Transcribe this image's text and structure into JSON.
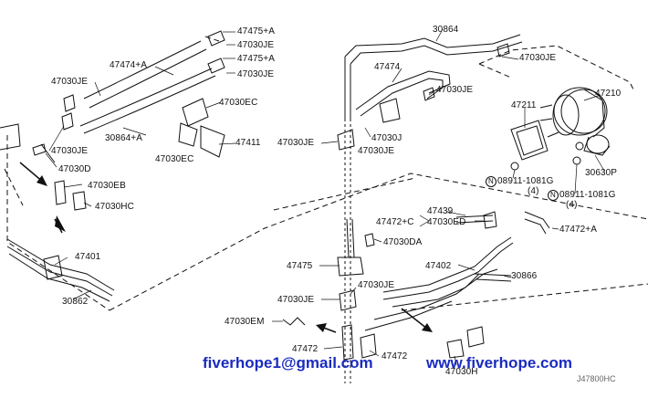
{
  "parts": {
    "p30864_top": "30864",
    "p47475a_1": "47475+A",
    "p47030je_a": "47030JE",
    "p47475a_2": "47475+A",
    "p47030je_b": "47030JE",
    "p47474a": "47474+A",
    "p47474": "47474",
    "p47030je_c": "47030JE",
    "p47030je_d": "47030JE",
    "p47030je_e": "47030JE",
    "p47210": "47210",
    "p47211": "47211",
    "p47030ec_a": "47030EC",
    "p30864a": "30864+A",
    "p47411": "47411",
    "p47030je_f": "47030JE",
    "p47030j": "47030J",
    "p47030je_g": "47030JE",
    "p47030je_h": "47030JE",
    "p47030ec_b": "47030EC",
    "p47030d": "47030D",
    "p08911_a": "08911-1081G",
    "p4_a": "(4)",
    "p30630p": "30630P",
    "p08911_b": "08911-1081G",
    "p4_b": "(4)",
    "p47030eb": "47030EB",
    "p47030hc": "47030HC",
    "p47439": "47439",
    "p47472c": "47472+C",
    "p47030ed": "47030ED",
    "p47472a": "47472+A",
    "p47030da": "47030DA",
    "p47401": "47401",
    "p47475": "47475",
    "p47402": "47402",
    "p30866": "30866",
    "p30862": "30862",
    "p47030je_i": "47030JE",
    "p47030je_j": "47030JE",
    "p47030em": "47030EM",
    "p47472_a": "47472",
    "p47472_b": "47472",
    "p47030h": "47030H"
  },
  "n_symbol": "N",
  "watermark": {
    "email": "fiverhope1@gmail.com",
    "website": "www.fiverhope.com"
  },
  "diagram_ref": "J47800HC"
}
